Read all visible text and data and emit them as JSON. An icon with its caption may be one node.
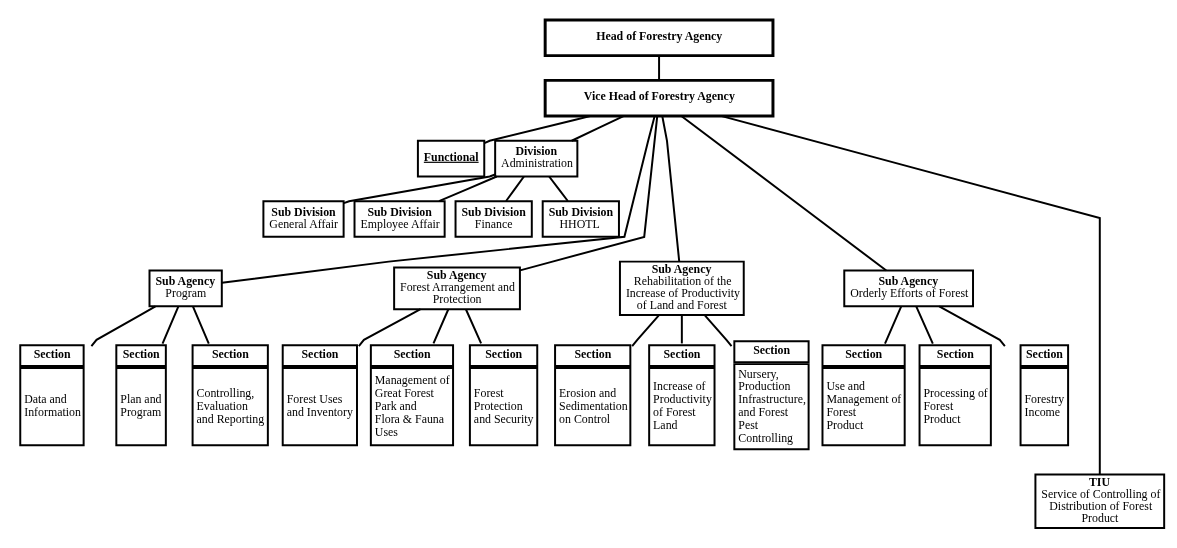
{
  "diagram": {
    "nodes": [
      {
        "text": [
          "Head of Forestry Agency"
        ]
      },
      {
        "text": [
          "Vice Head of Forestry Agency"
        ]
      },
      {
        "text": [
          "Functional"
        ]
      },
      {
        "text": [
          "Division",
          "Administration"
        ]
      },
      {
        "text": [
          "Sub Division",
          "General Affair"
        ]
      },
      {
        "text": [
          "Sub Division",
          "Employee Affair"
        ]
      },
      {
        "text": [
          "Sub Division",
          "Finance"
        ]
      },
      {
        "text": [
          "Sub Division",
          "HHOTL"
        ]
      },
      {
        "text": [
          "Sub Agency",
          "Program"
        ]
      },
      {
        "text": [
          "Sub Agency",
          "Forest Arrangement and Protection"
        ]
      },
      {
        "text": [
          "Sub Agency",
          "Rehabilitation of the Increase of Productivity of Land and Forest"
        ]
      },
      {
        "text": [
          "Sub Agency",
          "Orderly Efforts of Forest"
        ]
      },
      {
        "text": [
          "Section",
          "Data and Information"
        ]
      },
      {
        "text": [
          "Section",
          "Plan and Program"
        ]
      },
      {
        "text": [
          "Section",
          "Controlling, Evaluation and Reporting"
        ]
      },
      {
        "text": [
          "Section",
          "Forest Uses and Inventory"
        ]
      },
      {
        "text": [
          "Section",
          "Management of Great Forest Park and Flora & Fauna Uses"
        ]
      },
      {
        "text": [
          "Section",
          "Forest Protection and Security"
        ]
      },
      {
        "text": [
          "Section",
          "Erosion and Sedimentation on Control"
        ]
      },
      {
        "text": [
          "Section",
          "Increase of Productivity of Forest Land"
        ]
      },
      {
        "text": [
          "Section",
          "Nursery, Production Infrastructure, and Forest Pest Controlling"
        ]
      },
      {
        "text": [
          "Section",
          "Use and Management of Forest Product"
        ]
      },
      {
        "text": [
          "Section",
          "Processing of Forest Product"
        ]
      },
      {
        "text": [
          "Section",
          "Forestry Income"
        ]
      },
      {
        "text": [
          "TIU",
          "Service of Controlling of Distribution of Forest Product"
        ]
      }
    ],
    "edges": [
      {
        "from": 0,
        "to": 1,
        "arrow": "none"
      },
      {
        "from": 1,
        "to": 3,
        "arrow": "none"
      },
      {
        "from": 1,
        "to": 2,
        "arrow": "none"
      },
      {
        "from": 3,
        "to": 4,
        "arrow": "none"
      },
      {
        "from": 3,
        "to": 5,
        "arrow": "none"
      },
      {
        "from": 3,
        "to": 6,
        "arrow": "none"
      },
      {
        "from": 3,
        "to": 7,
        "arrow": "none"
      },
      {
        "from": 1,
        "to": 8,
        "arrow": "none"
      },
      {
        "from": 1,
        "to": 9,
        "arrow": "none"
      },
      {
        "from": 1,
        "to": 10,
        "arrow": "none"
      },
      {
        "from": 1,
        "to": 11,
        "arrow": "none"
      },
      {
        "from": 8,
        "to": 12,
        "arrow": "none"
      },
      {
        "from": 8,
        "to": 13,
        "arrow": "none"
      },
      {
        "from": 8,
        "to": 14,
        "arrow": "none"
      },
      {
        "from": 9,
        "to": 15,
        "arrow": "none"
      },
      {
        "from": 9,
        "to": 16,
        "arrow": "none"
      },
      {
        "from": 9,
        "to": 17,
        "arrow": "none"
      },
      {
        "from": 10,
        "to": 18,
        "arrow": "none"
      },
      {
        "from": 10,
        "to": 19,
        "arrow": "none"
      },
      {
        "from": 10,
        "to": 20,
        "arrow": "none"
      },
      {
        "from": 11,
        "to": 21,
        "arrow": "none"
      },
      {
        "from": 11,
        "to": 22,
        "arrow": "none"
      },
      {
        "from": 11,
        "to": 23,
        "arrow": "none"
      },
      {
        "from": 1,
        "to": 24,
        "arrow": "none"
      }
    ]
  }
}
